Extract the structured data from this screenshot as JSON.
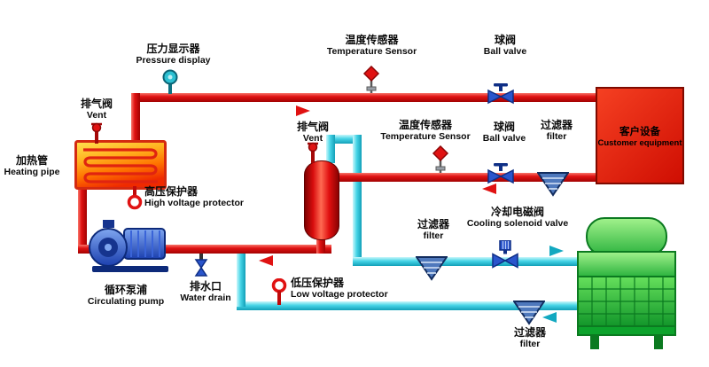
{
  "labels": {
    "pressure_display": {
      "zh": "压力显示器",
      "en": "Pressure display"
    },
    "temperature_sensor_top": {
      "zh": "温度传感器",
      "en": "Temperature Sensor"
    },
    "ball_valve_top": {
      "zh": "球阀",
      "en": "Ball valve"
    },
    "customer_equipment": {
      "zh": "客户设备",
      "en": "Customer equipment"
    },
    "vent_left": {
      "zh": "排气阀",
      "en": "Vent"
    },
    "heating_pipe": {
      "zh": "加热管",
      "en": "Heating pipe"
    },
    "high_voltage_protector": {
      "zh": "高压保护器",
      "en": "High voltage protector"
    },
    "vent_tank": {
      "zh": "排气阀",
      "en": "Vent"
    },
    "temperature_sensor_return": {
      "zh": "温度传感器",
      "en": "Temperature Sensor"
    },
    "ball_valve_return": {
      "zh": "球阀",
      "en": "Ball valve"
    },
    "filter_return": {
      "zh": "过滤器",
      "en": "filter"
    },
    "circulating_pump": {
      "zh": "循环泵浦",
      "en": "Circulating pump"
    },
    "water_drain": {
      "zh": "排水口",
      "en": "Water drain"
    },
    "low_voltage_protector": {
      "zh": "低压保护器",
      "en": "Low voltage protector"
    },
    "filter_cooling": {
      "zh": "过滤器",
      "en": "filter"
    },
    "cooling_solenoid_valve": {
      "zh": "冷却电磁阀",
      "en": "Cooling solenoid valve"
    },
    "filter_tower": {
      "zh": "过滤器",
      "en": "filter"
    }
  },
  "colors": {
    "hot_pipe": "#e01212",
    "cold_pipe": "#46d4e6",
    "valve_blue": "#2a55cc",
    "tower_green": "#2cb33e",
    "equipment_red": "#e03014",
    "gauge_teal": "#2cc0d2",
    "heater_orange": "#ff9a1e"
  },
  "icons": {
    "pressure_display": "gauge-circle",
    "temperature_sensor": "red-diamond-probe",
    "ball_valve": "bowtie-valve-with-handle",
    "solenoid_valve": "bowtie-valve-with-coil",
    "filter": "hatched-triangle",
    "vent": "ball-on-stem",
    "protector": "red-ring",
    "water_drain": "hourglass-valve",
    "pump": "centrifugal-pump",
    "cooling_tower": "green-louvered-tower",
    "flow_arrow": "triangle"
  },
  "flow_arrows": [
    {
      "loop": "hot",
      "direction": "right"
    },
    {
      "loop": "hot",
      "direction": "left"
    },
    {
      "loop": "hot",
      "direction": "left"
    },
    {
      "loop": "cold",
      "direction": "right"
    },
    {
      "loop": "cold",
      "direction": "left"
    }
  ]
}
